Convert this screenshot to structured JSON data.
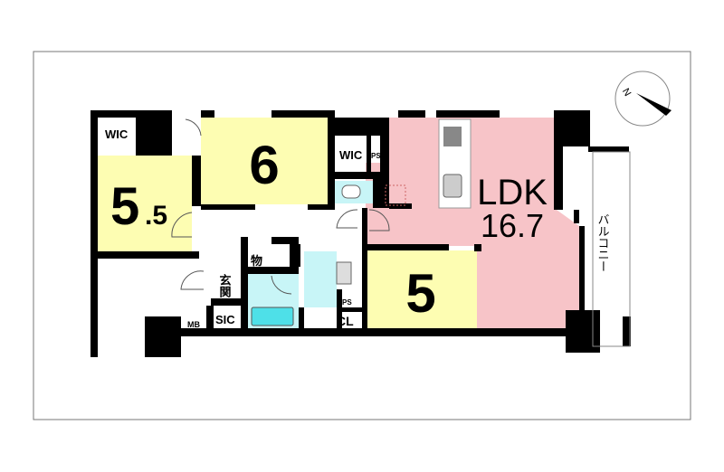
{
  "rooms": {
    "bedroom_a": {
      "size": "5.5"
    },
    "bedroom_b": {
      "size": "6"
    },
    "bedroom_c": {
      "size": "5"
    },
    "ldk": {
      "label": "LDK",
      "size": "16.7"
    }
  },
  "labels": {
    "wic_1": "WIC",
    "wic_2": "WIC",
    "ps_1": "PS",
    "ps_2": "PS",
    "entrance": "玄関",
    "storage": "物",
    "sic": "SIC",
    "mb": "MB",
    "cl": "CL",
    "balcony": "バルコニー"
  },
  "compass": {
    "north": "N"
  },
  "colors": {
    "bedroom": "#fdfdb2",
    "ldk": "#f7c4c8",
    "wet": "#c8f5f7",
    "wall": "#000000"
  }
}
